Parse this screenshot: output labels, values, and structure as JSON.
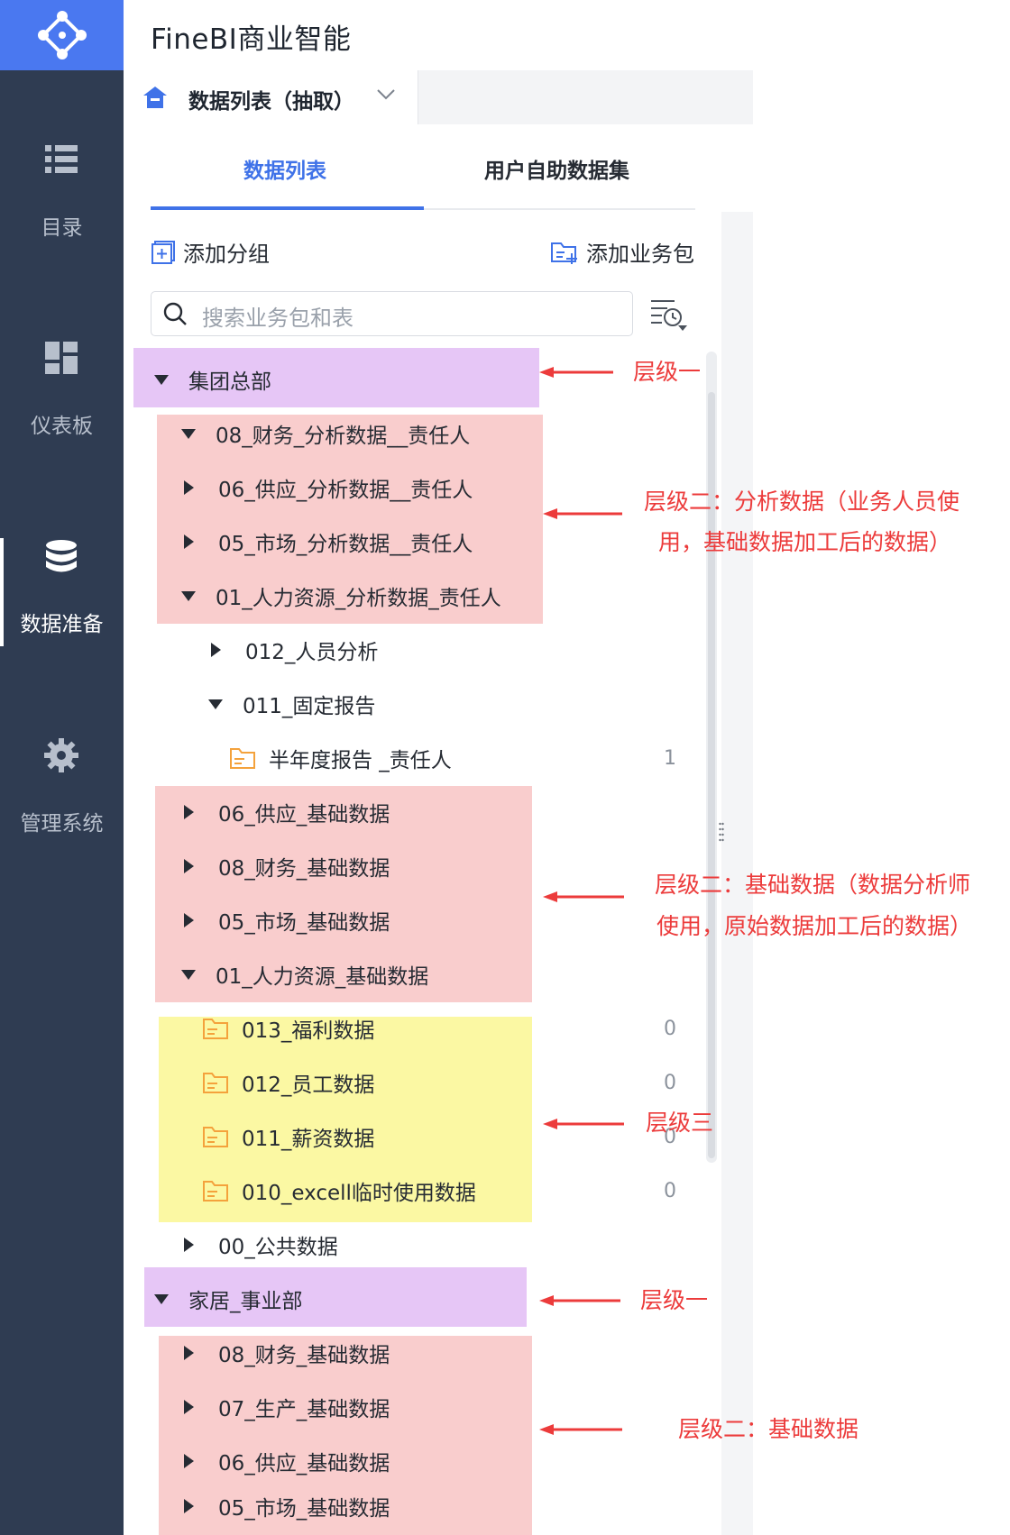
{
  "app": {
    "title": "FineBI商业智能"
  },
  "nav": {
    "items": [
      {
        "label": "目录",
        "icon": "list-icon"
      },
      {
        "label": "仪表板",
        "icon": "dashboard-icon"
      },
      {
        "label": "数据准备",
        "icon": "database-icon",
        "active": true
      },
      {
        "label": "管理系统",
        "icon": "gear-icon"
      }
    ]
  },
  "selector": {
    "label": "数据列表（抽取）"
  },
  "tabs": [
    {
      "label": "数据列表",
      "active": true
    },
    {
      "label": "用户自助数据集"
    }
  ],
  "toolbar": {
    "add_group": "添加分组",
    "add_package": "添加业务包"
  },
  "search": {
    "placeholder": "搜索业务包和表"
  },
  "tree": [
    {
      "label": "集团总部",
      "level": 0,
      "expanded": true
    },
    {
      "label": "08_财务_分析数据__责任人",
      "level": 1,
      "expanded": true
    },
    {
      "label": "06_供应_分析数据__责任人",
      "level": 1,
      "expanded": false
    },
    {
      "label": "05_市场_分析数据__责任人",
      "level": 1,
      "expanded": false
    },
    {
      "label": "01_人力资源_分析数据_责任人",
      "level": 1,
      "expanded": true
    },
    {
      "label": "012_人员分析",
      "level": 2,
      "expanded": false
    },
    {
      "label": "011_固定报告",
      "level": 2,
      "expanded": true
    },
    {
      "label": "半年度报告 _责任人",
      "level": 3,
      "type": "folder",
      "count": "1"
    },
    {
      "label": "06_供应_基础数据",
      "level": 1,
      "expanded": false
    },
    {
      "label": "08_财务_基础数据",
      "level": 1,
      "expanded": false
    },
    {
      "label": "05_市场_基础数据",
      "level": 1,
      "expanded": false
    },
    {
      "label": "01_人力资源_基础数据",
      "level": 1,
      "expanded": true
    },
    {
      "label": "013_福利数据",
      "level": 2,
      "type": "folder",
      "count": "0"
    },
    {
      "label": "012_员工数据",
      "level": 2,
      "type": "folder",
      "count": "0"
    },
    {
      "label": "011_薪资数据",
      "level": 2,
      "type": "folder",
      "count": "0"
    },
    {
      "label": "010_excell临时使用数据",
      "level": 2,
      "type": "folder",
      "count": "0"
    },
    {
      "label": "00_公共数据",
      "level": 1,
      "expanded": false
    },
    {
      "label": "家居_事业部",
      "level": 0,
      "expanded": true
    },
    {
      "label": "08_财务_基础数据",
      "level": 1,
      "expanded": false
    },
    {
      "label": "07_生产_基础数据",
      "level": 1,
      "expanded": false
    },
    {
      "label": "06_供应_基础数据",
      "level": 1,
      "expanded": false
    },
    {
      "label": "05_市场_基础数据",
      "level": 1,
      "expanded": false
    }
  ],
  "annotations": {
    "level1_a": "层级一",
    "level2_analysis_line1": "层级二：分析数据（业务人员使",
    "level2_analysis_line2": "用，基础数据加工后的数据）",
    "level2_base_line1": "层级二：基础数据（数据分析师",
    "level2_base_line2": "使用，原始数据加工后的数据）",
    "level3": "层级三",
    "level1_b": "层级一",
    "level2_base_short": "层级二：基础数据"
  },
  "colors": {
    "nav_bg": "#2f3c52",
    "logo_bg": "#4a78f0",
    "accent": "#3f72e8",
    "level1_highlight": "#e6c6f6",
    "level2_highlight": "#f9cdcd",
    "level3_highlight": "#fbf8a3",
    "annotation": "#ec3b3b",
    "folder": "#f4a23c"
  }
}
